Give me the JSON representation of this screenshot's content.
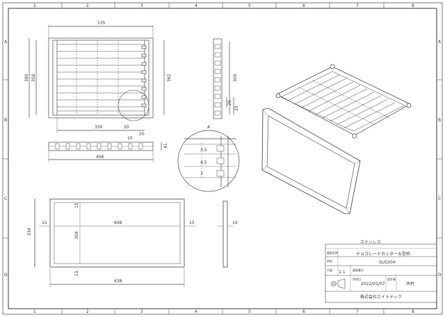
{
  "border": {
    "cols": [
      "1",
      "2",
      "3",
      "4",
      "5",
      "6",
      "7",
      "8"
    ],
    "rows": [
      "A",
      "B",
      "C",
      "D"
    ]
  },
  "topview": {
    "dims": {
      "top": "535",
      "left_outer": "380",
      "left_inner": "350",
      "right": "362",
      "bottom_a": "350",
      "bottom_b": "20",
      "bottom_c": "20"
    }
  },
  "sideview": {
    "dims": {
      "height": "300",
      "small_a": "25",
      "small_b": "25"
    }
  },
  "frontview": {
    "dims": {
      "width": "456",
      "small_a": "10",
      "height": "41"
    }
  },
  "detail": {
    "label": "A",
    "dims": {
      "a": "3.5",
      "b": "4.5",
      "c": "3"
    }
  },
  "frame": {
    "dims": {
      "width_outer": "638",
      "width_inner": "608",
      "height_outer": "334",
      "height_inner": "304",
      "left": "15",
      "right": "15",
      "top": "15",
      "bottom": "15",
      "side_thickness": "10"
    }
  },
  "titleblock": {
    "material": "ステンレス",
    "name_label": "図面名称",
    "name_value": "チョコレートカッター＆型枠",
    "material_label": "材料",
    "material_value": "SUS304",
    "scale_label": "尺度",
    "scale_value": "1:1",
    "drawing_no_label": "図面番号",
    "date_label": "作成日",
    "date_value": "2022/01/07",
    "designer_label": "設計者",
    "designer_value": "木村",
    "company": "株式会社エイトテック"
  }
}
